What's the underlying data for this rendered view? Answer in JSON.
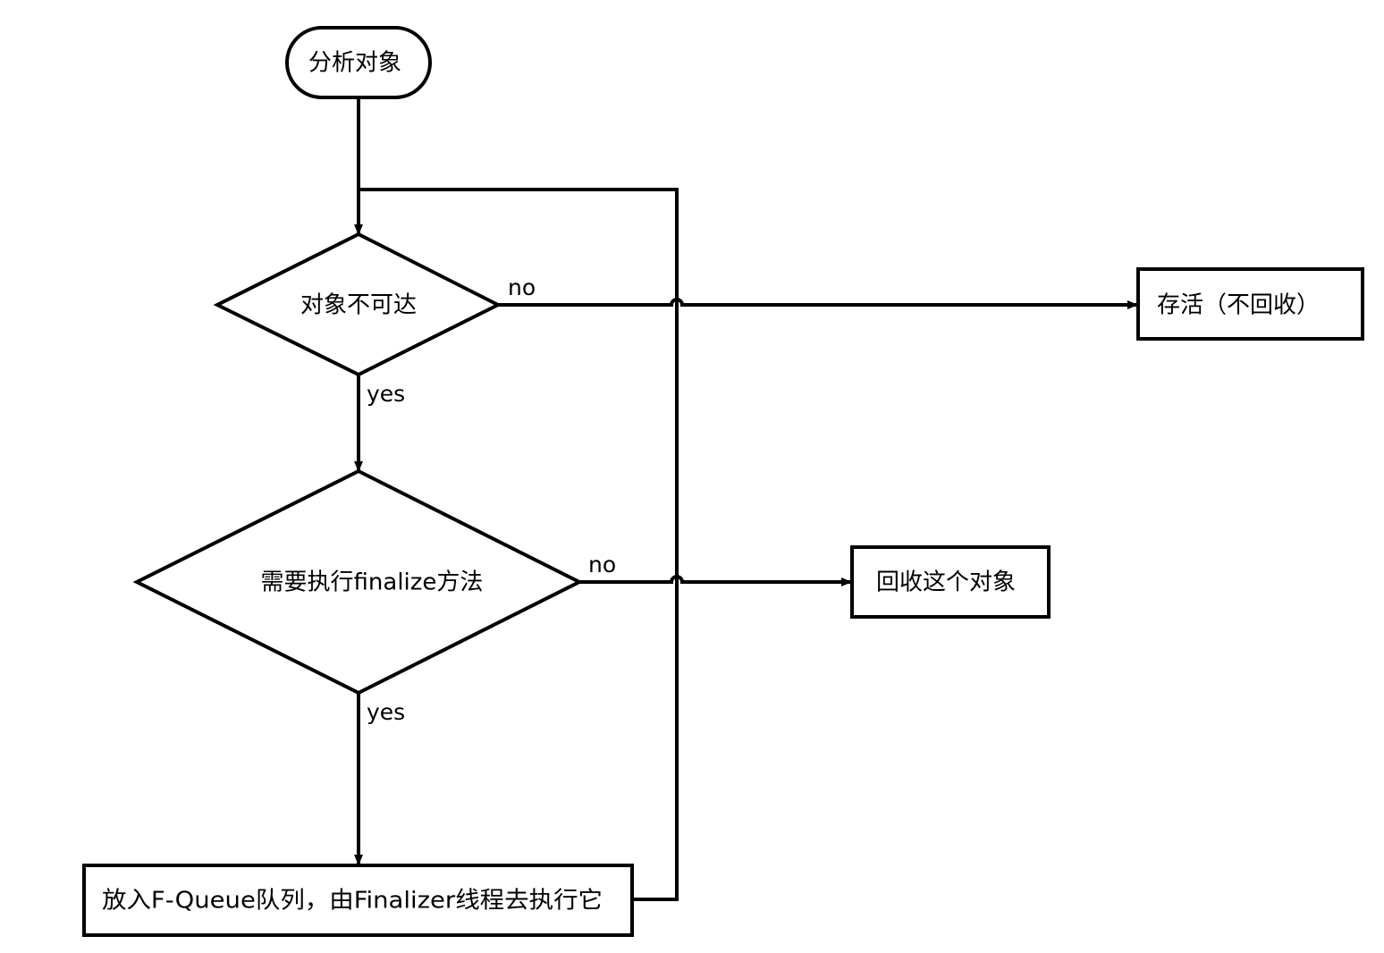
{
  "nodes": {
    "start": {
      "label": "分析对象"
    },
    "unreachable": {
      "label": "对象不可达"
    },
    "need_finalize": {
      "label": "需要执行finalize方法"
    },
    "alive": {
      "label": "存活（不回收）"
    },
    "reclaim": {
      "label": "回收这个对象"
    },
    "fqueue": {
      "label": "放入F-Queue队列，由Finalizer线程去执行它"
    }
  },
  "edges": {
    "unreachable_no": {
      "label": "no"
    },
    "unreachable_yes": {
      "label": "yes"
    },
    "finalize_no": {
      "label": "no"
    },
    "finalize_yes": {
      "label": "yes"
    }
  },
  "colors": {
    "stroke": "#000000",
    "fill": "#ffffff",
    "text": "#000000"
  }
}
